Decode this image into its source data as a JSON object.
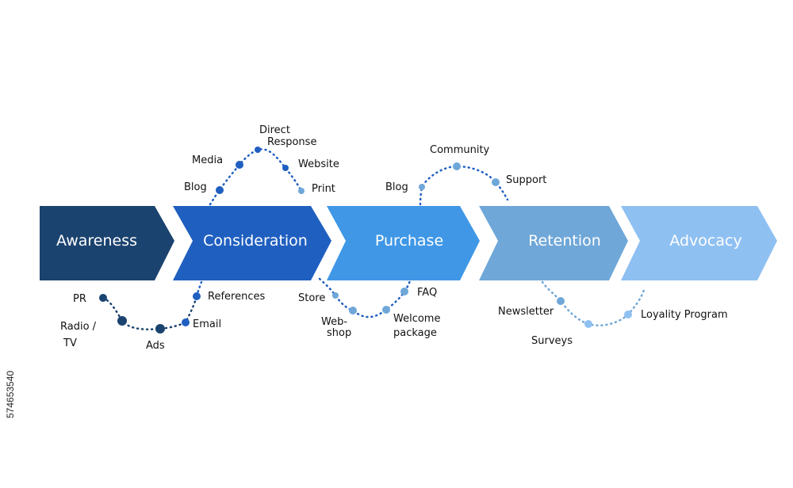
{
  "stages": [
    {
      "label": "Awareness",
      "color": "#1b436f"
    },
    {
      "label": "Consideration",
      "color": "#1f5fc0"
    },
    {
      "label": "Purchase",
      "color": "#3f97e6"
    },
    {
      "label": "Retention",
      "color": "#6fa7d8"
    },
    {
      "label": "Advocacy",
      "color": "#8fc0f2"
    }
  ],
  "touchpoints": {
    "awareness": [
      "PR",
      "Radio /",
      "TV",
      "Ads",
      "Email"
    ],
    "consideration": [
      "Blog",
      "Media",
      "Direct",
      "Response",
      "Website",
      "Print",
      "References"
    ],
    "purchase": [
      "Blog",
      "Community",
      "Support",
      "Store",
      "Web-",
      "shop",
      "Welcome",
      "package",
      "FAQ"
    ],
    "retention": [
      "Newsletter",
      "Surveys",
      "Loyality Program"
    ]
  },
  "dot_colors": {
    "awareness": "#1b436f",
    "consideration": "#1f5fc0",
    "purchase": "#6fa7d8",
    "retention": "#8fc0f2"
  },
  "watermark": "574653540"
}
